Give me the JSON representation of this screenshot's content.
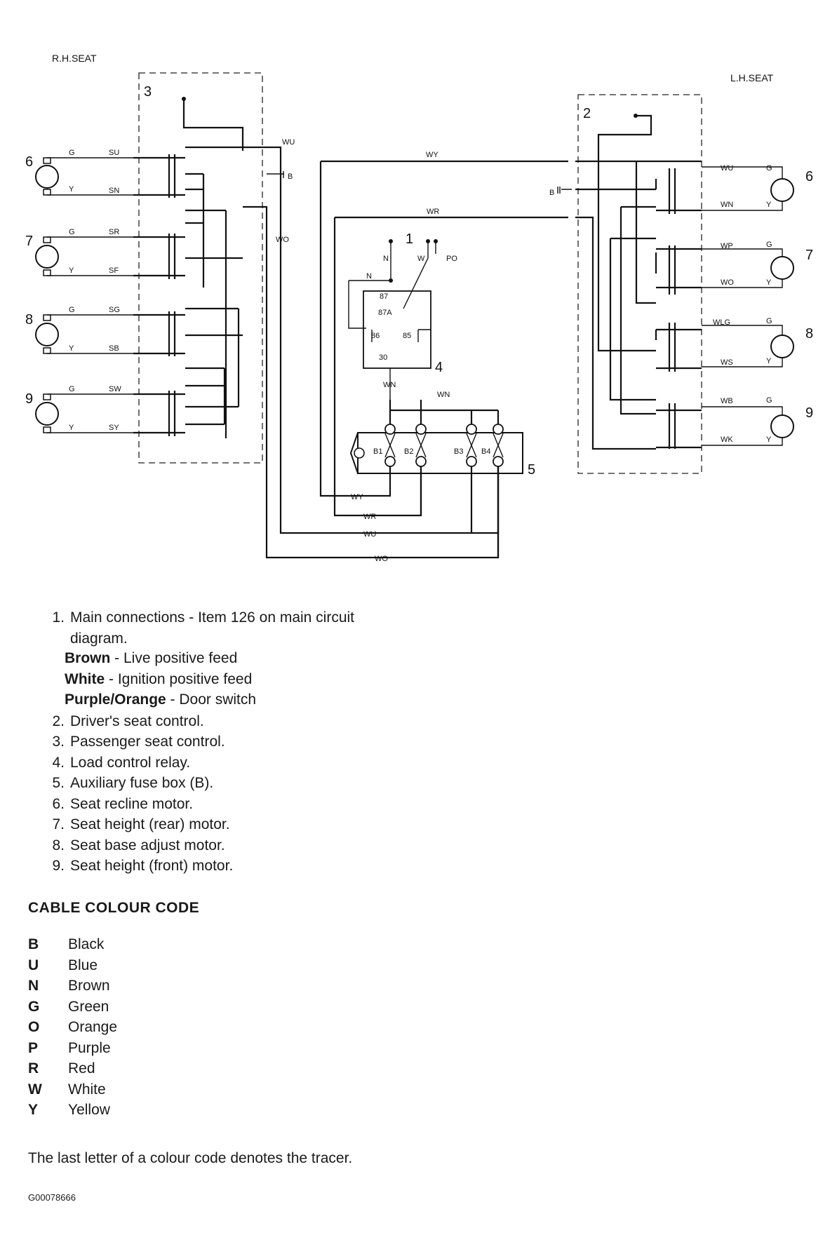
{
  "labels": {
    "rh_seat": "R.H.SEAT",
    "lh_seat": "L.H.SEAT"
  },
  "components": {
    "c1": "1",
    "c2": "2",
    "c3": "3",
    "c4": "4",
    "c5": "5"
  },
  "motors": {
    "left": [
      "6",
      "7",
      "8",
      "9"
    ],
    "right": [
      "6",
      "7",
      "8",
      "9"
    ]
  },
  "wires_left": {
    "top": [
      "G",
      "G",
      "G",
      "G"
    ],
    "bottom": [
      "Y",
      "Y",
      "Y",
      "Y"
    ],
    "top_codes": [
      "SU",
      "SR",
      "SG",
      "SW"
    ],
    "bottom_codes": [
      "SN",
      "SF",
      "SB",
      "SY"
    ]
  },
  "wires_right": {
    "top_codes": [
      "WU",
      "WP",
      "WLG",
      "WB"
    ],
    "bottom_codes": [
      "WN",
      "WO",
      "WS",
      "WK"
    ],
    "top": [
      "G",
      "G",
      "G",
      "G"
    ],
    "bottom": [
      "Y",
      "Y",
      "Y",
      "Y"
    ]
  },
  "harness": {
    "wu": "WU",
    "b_left": "B",
    "wo": "WO",
    "wy": "WY",
    "wr": "WR",
    "b_right": "B",
    "wn1": "WN",
    "wn2": "WN"
  },
  "relay": {
    "n": "N",
    "w": "W",
    "po": "PO",
    "n_feed": "N",
    "p87": "87",
    "p87a": "87A",
    "p86": "86",
    "p85": "85",
    "p30": "30"
  },
  "fusebox": {
    "fuses": [
      "B1",
      "B2",
      "B3",
      "B4"
    ]
  },
  "return_wires": [
    "WY",
    "WR",
    "WU",
    "WO"
  ],
  "key": {
    "items": [
      {
        "n": "1.",
        "text": "Main connections - Item 126 on main circuit"
      },
      {
        "n": "",
        "text": "diagram."
      },
      {
        "n": "2.",
        "text": "Driver's seat control."
      },
      {
        "n": "3.",
        "text": "Passenger seat control."
      },
      {
        "n": "4.",
        "text": "Load control relay."
      },
      {
        "n": "5.",
        "text": "Auxiliary fuse box (B)."
      },
      {
        "n": "6.",
        "text": "Seat recline motor."
      },
      {
        "n": "7.",
        "text": "Seat height (rear) motor."
      },
      {
        "n": "8.",
        "text": "Seat base adjust motor."
      },
      {
        "n": "9.",
        "text": "Seat height (front) motor."
      }
    ],
    "feeds": [
      {
        "color": "Brown",
        "desc": "- Live positive feed"
      },
      {
        "color": "White",
        "desc": "- Ignition positive feed"
      },
      {
        "color": "Purple/Orange",
        "desc": "- Door switch"
      }
    ]
  },
  "cable_colour_code": {
    "title": "CABLE COLOUR CODE",
    "codes": [
      {
        "code": "B",
        "name": "Black"
      },
      {
        "code": "U",
        "name": "Blue"
      },
      {
        "code": "N",
        "name": "Brown"
      },
      {
        "code": "G",
        "name": "Green"
      },
      {
        "code": "O",
        "name": "Orange"
      },
      {
        "code": "P",
        "name": "Purple"
      },
      {
        "code": "R",
        "name": "Red"
      },
      {
        "code": "W",
        "name": "White"
      },
      {
        "code": "Y",
        "name": "Yellow"
      }
    ]
  },
  "footnote": "The last letter of a colour code denotes the tracer.",
  "reference": "G00078666"
}
